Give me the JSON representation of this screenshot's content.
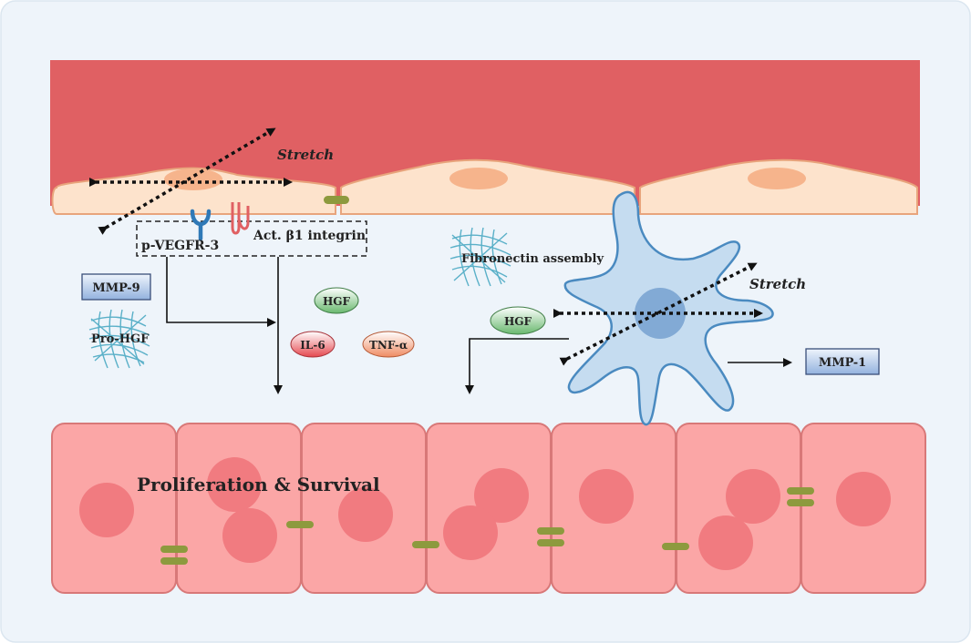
{
  "labels": {
    "stretch_endothelium": "Stretch",
    "stretch_fibroblast": "Stretch",
    "receptor": "p-VEGFR-3",
    "integrin": "Act. β1 integrin",
    "fibronectin": "Fibronectin assembly",
    "proliferation": "Proliferation & Survival"
  },
  "boxes": {
    "mmp9": "MMP-9",
    "mmp1": "MMP-1"
  },
  "factors": {
    "hgf_center": "HGF",
    "il6": "IL-6",
    "tnf": "TNF-α",
    "hgf_right": "HGF"
  },
  "prohgf": "Pro-HGF",
  "colors": {
    "background": "#eef4fa",
    "vessel": "#e06063",
    "endothelial_cell": "#fde3cc",
    "endothelial_nucleus": "#f6b48c",
    "epithelial_cell": "#fba6a6",
    "epithelial_border": "#d87878",
    "epithelial_nucleus": "#f17b80",
    "junction": "#8d9a3e",
    "fibroblast": "#c5dcf0",
    "fibroblast_border": "#4a8ac0",
    "fibroblast_nucleus": "#7aa4d1",
    "mesh": "#5ab0c8",
    "receptor": "#2f79b7",
    "integrin": "#e06063",
    "box_fill": "#b7cdea",
    "box_border": "#3a4f7a"
  }
}
